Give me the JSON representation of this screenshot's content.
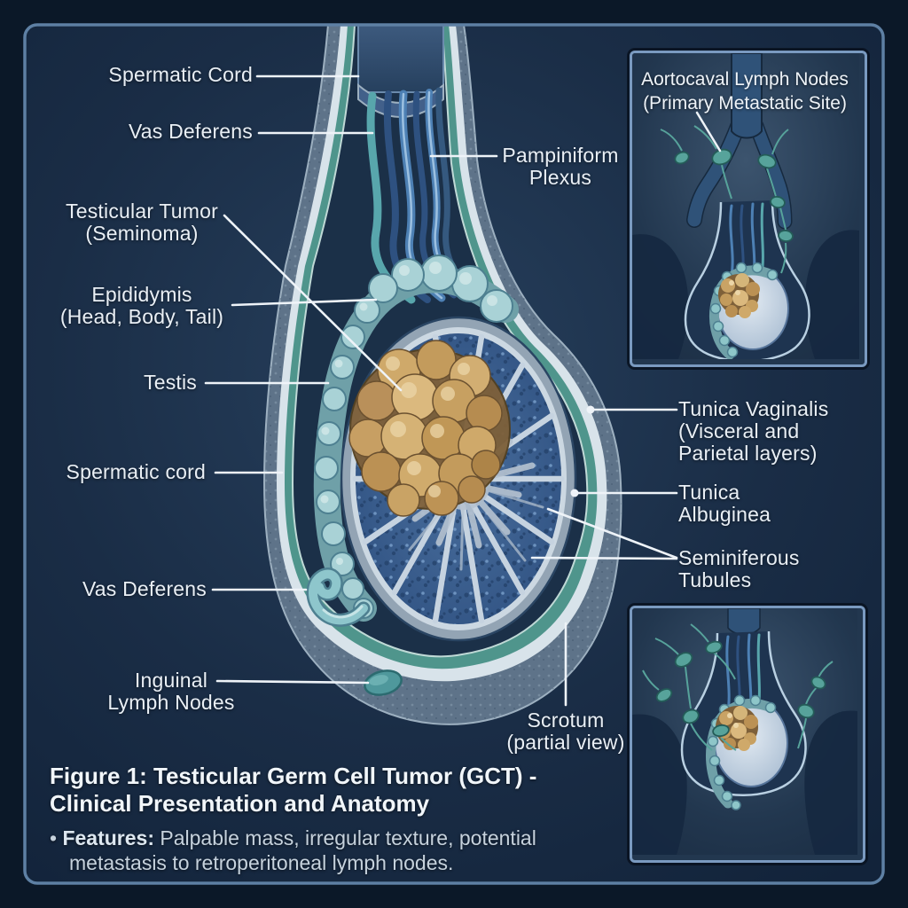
{
  "palette": {
    "background": "#0b1828",
    "panel": "#1a2d46",
    "frame_border": "#5e80a4",
    "inset_border": "#7a9ac0",
    "label_text": "#e9eff5",
    "caption_secondary": "#c6d2dd",
    "leader_line": "#eef3f8",
    "tumor_tan": "#c9a365",
    "epididymis_teal": "#a9d2d6",
    "lymph_node_teal": "#57a39b",
    "tubule_blue": "#3f6594",
    "tunica_teal_ring": "#4f958c"
  },
  "labels": {
    "left": [
      {
        "id": "spermatic-cord-top",
        "text": "Spermatic Cord"
      },
      {
        "id": "vas-deferens-top",
        "text": "Vas Deferens"
      },
      {
        "id": "testicular-tumor",
        "text": "Testicular Tumor\n(Seminoma)"
      },
      {
        "id": "epididymis",
        "text": "Epididymis\n(Head, Body, Tail)"
      },
      {
        "id": "testis",
        "text": "Testis"
      },
      {
        "id": "spermatic-cord-mid",
        "text": "Spermatic cord"
      },
      {
        "id": "vas-deferens-low",
        "text": "Vas Deferens"
      },
      {
        "id": "inguinal-lymph-nodes",
        "text": "Inguinal\nLymph Nodes"
      }
    ],
    "right": [
      {
        "id": "pampiniform-plexus",
        "text": "Pampiniform\nPlexus"
      },
      {
        "id": "tunica-vaginalis",
        "text": "Tunica Vaginalis\n(Visceral and\nParietal layers)"
      },
      {
        "id": "tunica-albuginea",
        "text": "Tunica\nAlbuginea"
      },
      {
        "id": "seminiferous-tubules",
        "text": "Seminiferous\nTubules"
      },
      {
        "id": "scrotum",
        "text": "Scrotum\n(partial view)"
      }
    ]
  },
  "inset_top": {
    "label": "Aortocaval Lymph Nodes\n(Primary Metastatic Site)"
  },
  "caption": {
    "title": "Figure 1: Testicular Germ Cell Tumor (GCT) -\nClinical Presentation and Anatomy",
    "bullet_marker": "•",
    "bullet_lead": "Features:",
    "bullet_text": " Palpable mass, irregular texture, potential metastasis to retroperitoneal lymph nodes."
  }
}
